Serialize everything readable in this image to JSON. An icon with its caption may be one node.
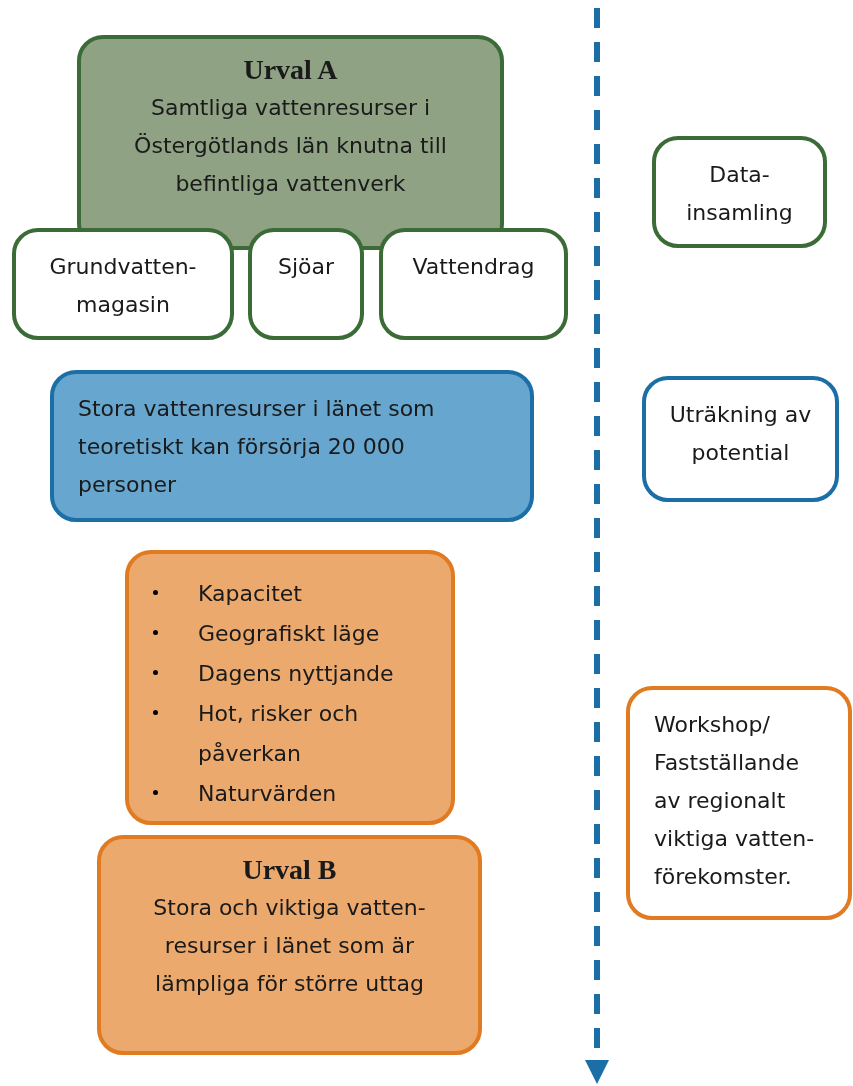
{
  "diagram": {
    "nodes": [
      {
        "text": [
          "Urval A",
          "Samtliga vattenresurser i Östergötlands län knutna till befintliga vattenverk"
        ]
      },
      {
        "text": [
          "Grundvatten- magasin"
        ]
      },
      {
        "text": [
          "Sjöar"
        ]
      },
      {
        "text": [
          "Vattendrag"
        ]
      },
      {
        "text": [
          "Stora vattenresurser i länet som teoretiskt kan försörja 20 000 personer"
        ]
      },
      {
        "text": [
          "Kapacitet",
          "Geografiskt läge",
          "Dagens nyttjande",
          "Hot, risker och påverkan",
          "Naturvärden"
        ]
      },
      {
        "text": [
          "Urval B",
          "Stora och viktiga vatten- resurser i länet som är lämpliga för större uttag"
        ]
      },
      {
        "text": [
          "Data- insamling"
        ]
      },
      {
        "text": [
          "Uträkning av potential"
        ]
      },
      {
        "text": [
          "Workshop/ Fastställande av regionalt viktiga vatten- förekomster."
        ]
      }
    ]
  }
}
